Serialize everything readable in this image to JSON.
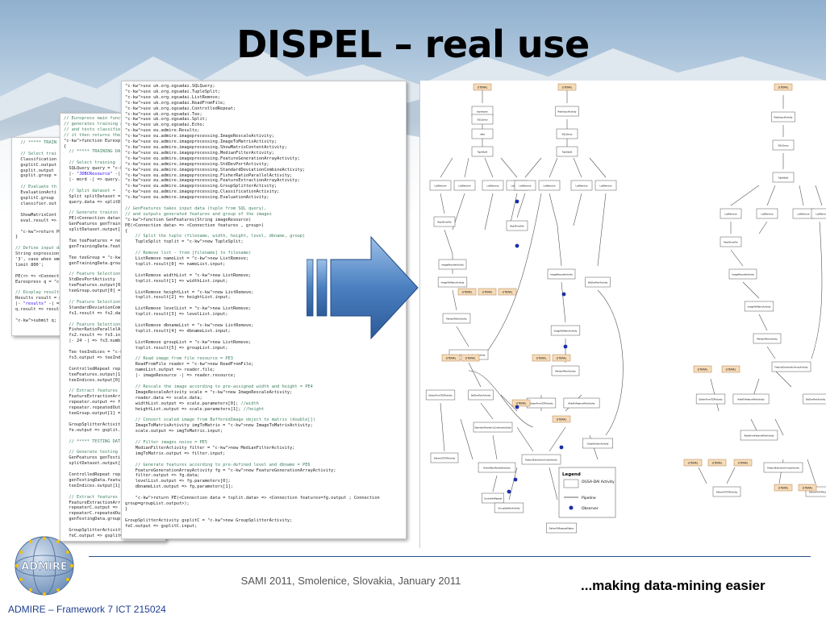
{
  "slide": {
    "title": "DISPEL – real use",
    "footer_event": "SAMI 2011, Smolenice, Slovakia, January 2011",
    "footer_tagline": "...making data-mining easier",
    "footer_project": "ADMIRE – Framework 7 ICT 215024",
    "logo_text": "ADMIRE"
  },
  "colors": {
    "title": "#000000",
    "footer_rule": "#2a4f8a",
    "project_text": "#1f3f8f",
    "arrow_fill": "#4a7fc0",
    "literal_fill": "#f7dcb8",
    "observer_dot": "#1a2fa8"
  },
  "code": {
    "front_lines": [
      "use uk.org.ogsadai.SQLQuery;",
      "use uk.org.ogsadai.TupleSplit;",
      "use uk.org.ogsadai.ListRemove;",
      "use uk.org.ogsadai.ReadFromFile;",
      "use uk.org.ogsadai.ControlledRepeat;",
      "use uk.org.ogsadai.Tee;",
      "use uk.org.ogsadai.Split;",
      "use uk.org.ogsadai.Echo;",
      "use eu.admire.Results;",
      "use eu.admire.imageprocessing.ImageRescaleActivity;",
      "use eu.admire.imageprocessing.ImageToMatrixActivity;",
      "use eu.admire.imageprocessing.ShowMatrixContentActivity;",
      "use eu.admire.imageprocessing.MedianFilterActivity;",
      "use eu.admire.imageprocessing.FeatureGenerationArrayActivity;",
      "use eu.admire.imageprocessing.StdDevPortActivity;",
      "use eu.admire.imageprocessing.StandardDeviationCombineActivity;",
      "use eu.admire.imageprocessing.FisherRatioParallelActivity;",
      "use eu.admire.imageprocessing.FeatureExtractionArrayActivity;",
      "use eu.admire.imageprocessing.GroupSplitterActivity;",
      "use eu.admire.imageprocessing.ClassificationActivity;",
      "use eu.admire.imageprocessing.EvaluationActivity;",
      "",
      "// GenFeatures takes input data (tuple from SQL query),",
      "// and outputs generated features and group of the images",
      "function GenFeatures(String imageResource)",
      "PE(<Connection data> => <Connection features , group>)",
      "{",
      "    // Split the tuple (filename, width, height, level, dbname, group)",
      "    TupleSplit tsplit = new TupleSplit;",
      "",
      "    // Remove list - from [filename] to filename)",
      "    ListRemove nameList = new ListRemove;",
      "    tsplit.result[0] => nameList.input;",
      "",
      "    ListRemove widthList = new ListRemove;",
      "    tsplit.result[1] => widthList.input;",
      "",
      "    ListRemove heightList = new ListRemove;",
      "    tsplit.result[2] => heightList.input;",
      "",
      "    ListRemove levelList = new ListRemove;",
      "    tsplit.result[3] => levelList.input;",
      "",
      "    ListRemove dbnameList = new ListRemove;",
      "    tsplit.result[4] => dbnameList.input;",
      "",
      "    ListRemove groupList = new ListRemove;",
      "    tsplit.result[5] => groupList.input;",
      "",
      "    // Read image from file resource = PE3",
      "    ReadFromFile reader = new ReadFromFile;",
      "    nameList.output => reader.file;",
      "    |- imageResource -| => reader.resource;",
      "",
      "    // Rescale the image according to pre-assigned width and height = PE4",
      "    ImageRescaleActivity scale = new ImageRescaleActivity;",
      "    reader.data => scale.data;",
      "    widthList.output => scale.parameters[0]; //width",
      "    heightList.output => scale.parameters[1]; //height",
      "",
      "    // Convert scaled image from BufferedImage object to matrix (double[])",
      "    ImageToMatrixActivity imgToMatrix = new ImageToMatrixActivity;",
      "    scale.output => imgToMatrix.input;",
      "",
      "    // Filter images noise = PE5",
      "    MedianFilterActivity filter = new MedianFilterActivity;",
      "    imgToMatrix.output => filter.input;",
      "",
      "    // Generate features according to pre-defined level and dbname = PE6",
      "    FeatureGenerationArrayActivity fg = new FeatureGenerationArrayActivity;",
      "    filter.output => fg.data;",
      "    levelList.output => fg.parameters[0];",
      "    dbnameList.output => fg.parameters[1];",
      "",
      "    return PE(<Connection data = tsplit.data> => <Connection features=fg.output ; Connection",
      "group=groupList.output>);",
      "}",
      "",
      "GroupSplitterActivity gsplitC = new GroupSplitterActivity;",
      "feC.output => gsplitC.input;"
    ],
    "back2_lines": [
      "// Europress main function",
      "// generates training and",
      "// and tests classifier",
      "// it then returns the",
      "function EurexpressPE(String",
      "{",
      "  // ***** TRAINING DA",
      "",
      "  // Select training",
      "  SQLQuery query = new",
      "  |- \"JDBCResource\" -|",
      "  |- mord -| => query.",
      "",
      "  // Split dataset =",
      "  Split splitDataset =",
      "  query.data => splitD",
      "",
      "  // Generate trainin",
      "  PE(<Connection data>",
      "  GenFeatures genTrain",
      "  splitDataset.output[",
      "",
      "  Tee teeFeatures = ne",
      "  genTrainingData.feat",
      "",
      "  Tee teeGroup = new T",
      "  genTrainingData.grou",
      "",
      "  // Feature Selection",
      "  StdDevPortActivity",
      "  teeFeatures.output[0",
      "  teeGroup.output[0] =",
      "",
      "  // Feature Selection",
      "  StandardDeviationCom",
      "  fs1.result => fs2.da",
      "",
      "  // Feature Selection",
      "  FisherRatioParallelA",
      "  fs2.result => fs3.in",
      "  |- 24 -| => fs3.numb",
      "",
      "  Tee teeIndices = new",
      "  fs3.output => teeInd",
      "",
      "  ControlledRepeat rep",
      "  teeFeatures.output[1",
      "  teeIndices.output[0]",
      "",
      "  // Extract features",
      "  FeatureExtractionArr",
      "  repeater.output => f",
      "  repeater.repeatedOut",
      "  teeGroup.output[1] =",
      "",
      "  GroupSplitterActivit",
      "  fe.output => gsplit.",
      "",
      "  // ***** TESTING DAT",
      "",
      "  // Generate testing",
      "  GenFeatures genTesti",
      "  splitDataset.output[",
      "",
      "  ControlledRepeat rep",
      "  genTestingData.featu",
      "  teeIndices.output[1]",
      "",
      "  // Extract features",
      "  FeatureExtractionArr",
      "  repeaterC.output =>",
      "  repeaterC.repeatedOu",
      "  genTestingData.group",
      "",
      "  GroupSplitterActivity gsplitC",
      "  feC.output => gsplitC.input;"
    ],
    "back3_lines": [
      "  // ***** TRAIN",
      "",
      "  // Select trai",
      "  Classification",
      "  gsplitC.output",
      "  gsplit.output",
      "  gsplit.group =",
      "",
      "  // Evaluate th",
      "  EvaluationActi",
      "  gsplitC.group",
      "  classifier.out",
      "",
      "  ShowMatrixCont",
      "  eval.result =>",
      "",
      "  return PE(<= <",
      "}",
      "",
      "// Define input dat",
      "String expression =",
      "'3', case when emer",
      "limit 800';",
      "",
      "PE(<> => <Connectio",
      "Eurexpress q = new",
      "",
      "// Display results",
      "Results result = ne",
      "|- \"results\" -| =>",
      "q.result => result.",
      "",
      "submit q;"
    ]
  },
  "workflow": {
    "legend_title": "Legend",
    "legend_items": [
      "OGSA-DAI Activity",
      "Pipeline",
      "Observer"
    ],
    "literal_label": "LITERAL",
    "nodes": [
      "input",
      "ReadInputActivity",
      "output",
      "expression",
      "SQLQuery",
      "JDBCResource",
      "data",
      "TupleSplit",
      "result",
      "ListRemove",
      "file",
      "ReadFromFile",
      "ImageResource",
      "ImageRescaleActivity",
      "parameters",
      "ImageToMatrixActivity",
      "MedianFilterActivity",
      "FeatureGenerationArrayActivity",
      "port",
      "bufferesize",
      "ObtainFromTCPActivity",
      "WriteToFeatureFileActivity",
      "filename",
      "StdDevPortActivity",
      "StandardDeviationCombineActivity",
      "inputidxfrom",
      "ReadFromFeatureFileActivity",
      "outputidxfrom",
      "features",
      "group",
      "indices",
      "FeatureExtractionArrayActivity",
      "host",
      "DeliverToTCPActivity",
      "numOfFeatures",
      "FisherRatioParallelActivity",
      "ControlledRepeat",
      "repeatedOutput",
      "GroupSplitterActivity",
      "ClassificationActivity",
      "EvaluationActivity",
      "DeliverToRequestStatus"
    ]
  }
}
